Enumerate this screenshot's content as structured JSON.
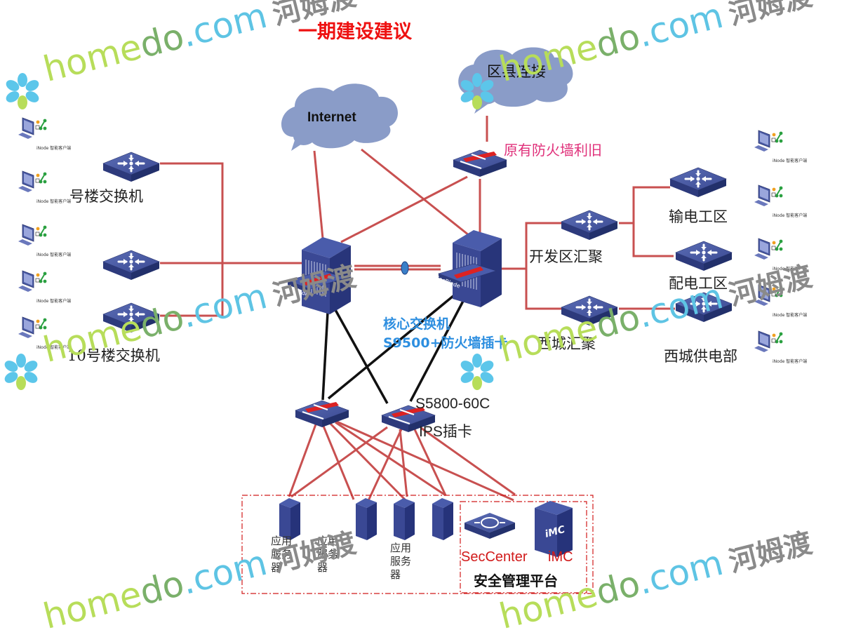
{
  "title": "一期建设建议",
  "clouds": {
    "internet": "Internet",
    "county": "区县连接"
  },
  "firewall_legacy_label": "原有防火墙利旧",
  "core": {
    "label_line1": "核心交换机",
    "label_line2": "S9500+防火墙插卡",
    "card_text": "SecBlade"
  },
  "left_switches": {
    "top_label": "号楼交换机",
    "bottom_label": "10号楼交换机"
  },
  "right_switches": {
    "kaifa": "开发区汇聚",
    "xicheng": "西城汇聚",
    "shudian": "输电工区",
    "peidian": "配电工区",
    "gongdian": "西城供电部"
  },
  "access": {
    "model": "S5800-60C",
    "card": "IPS插卡"
  },
  "servers": {
    "label_1": "应用服务器",
    "label_2": "应用服务器",
    "label_3": "应用服务器"
  },
  "security_platform": {
    "seccenter": "SecCenter",
    "imc": "iMC",
    "imc_badge": "iMC",
    "title": "安全管理平台"
  },
  "client_caption": "iNode 智能客户端",
  "watermark": {
    "h": "home",
    "d": "do",
    "c": ".com",
    "z": "河姆渡"
  },
  "colors": {
    "title": "#ee1111",
    "link_red": "#c85050",
    "link_black": "#111111",
    "device_blue": "#3a4a8c",
    "cloud": "#8a9cc8",
    "label_blue": "#2e8fe0",
    "label_pink": "#e0307a"
  }
}
